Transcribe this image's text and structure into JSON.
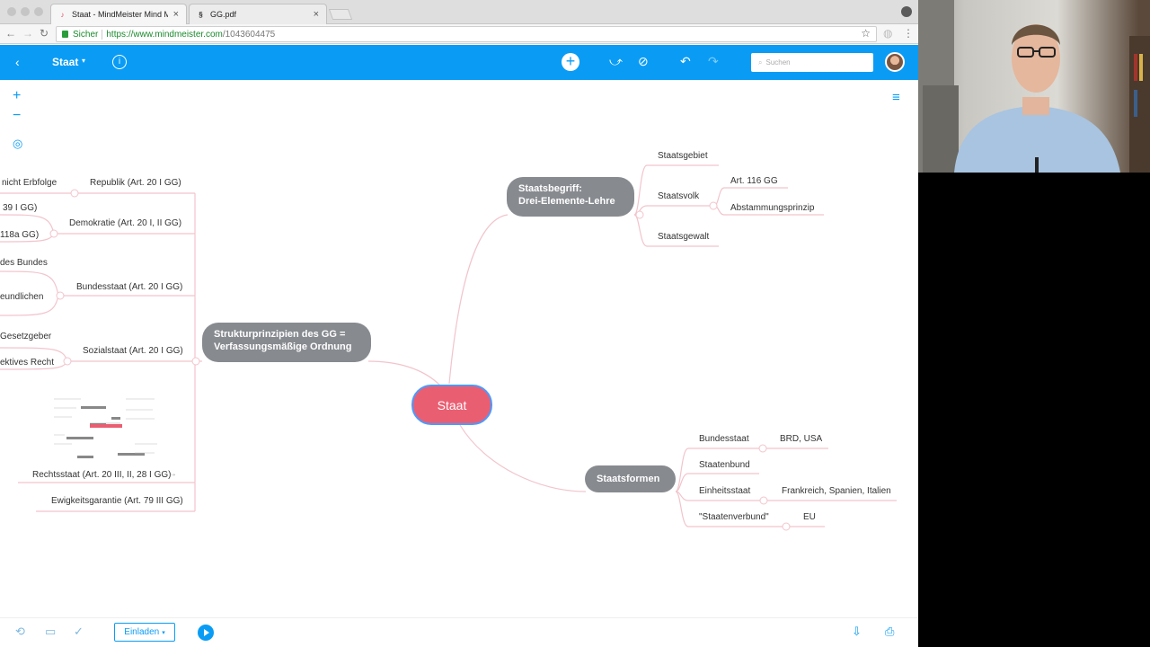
{
  "browser": {
    "tabs": [
      {
        "label": "Staat - MindMeister Mind Map",
        "active": true
      },
      {
        "label": "GG.pdf",
        "active": false
      }
    ],
    "address": {
      "secure_label": "Sicher",
      "host": "https://www.mindmeister.com",
      "path": "/1043604475"
    }
  },
  "toolbar": {
    "map_title": "Staat",
    "search_placeholder": "Suchen"
  },
  "mindmap": {
    "center": "Staat",
    "nodes": {
      "staatsbegriff": "Staatsbegriff:\nDrei-Elemente-Lehre",
      "strukturprinzipien": "Strukturprinzipien des GG =\nVerfassungsmäßige Ordnung",
      "staatsformen": "Staatsformen"
    },
    "staatsbegriff_children": {
      "gebiet": "Staatsgebiet",
      "volk": "Staatsvolk",
      "gewalt": "Staatsgewalt",
      "art116": "Art. 116 GG",
      "abstammung": "Abstammungsprinzip"
    },
    "struktur_children": {
      "republik": "Republik (Art. 20 I GG)",
      "demokratie": "Demokratie (Art. 20 I, II GG)",
      "bundesstaat": "Bundesstaat (Art. 20 I GG)",
      "sozialstaat": "Sozialstaat (Art. 20 I GG)",
      "rechtsstaat": "Rechtsstaat (Art. 20 III, II, 28 I GG)",
      "ewigkeit": "Ewigkeitsgarantie (Art. 79 III GG)"
    },
    "struktur_partial": {
      "erbfolge": "nicht Erbfolge",
      "art39": "39 I GG)",
      "art118a": "118a GG)",
      "bundes": "des Bundes",
      "eundlichen": "eundlichen",
      "gesetzgeber": "Gesetzgeber",
      "ektives": "ektives Recht"
    },
    "formen_children": {
      "bundesstaat": "Bundesstaat",
      "brd": "BRD, USA",
      "staatenbund": "Staatenbund",
      "einheitsstaat": "Einheitsstaat",
      "laender": "Frankreich, Spanien, Italien",
      "verbund": "\"Staatenverbund\"",
      "eu": "EU"
    }
  },
  "footer": {
    "invite_label": "Einladen"
  },
  "colors": {
    "accent": "#0a9cf5",
    "center_node": "#ea5e72",
    "main_node": "#878a8f",
    "connector": "#f2c4cc"
  }
}
